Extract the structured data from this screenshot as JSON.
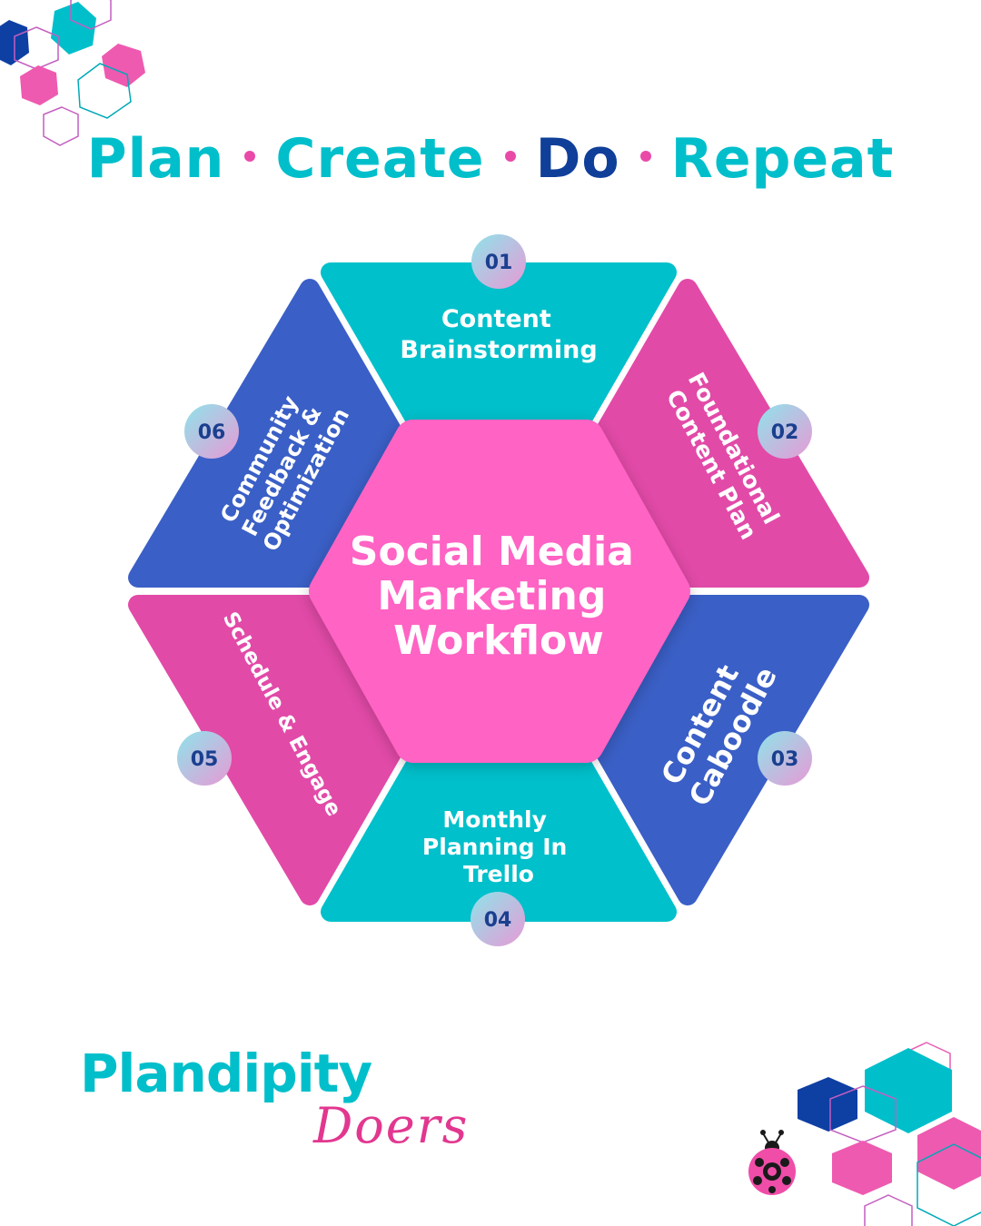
{
  "headline": {
    "words": [
      "Plan",
      "Create",
      "Do",
      "Repeat"
    ]
  },
  "center": {
    "lines": [
      "Social Media",
      "Marketing",
      "Workflow"
    ]
  },
  "steps": [
    {
      "number": "01",
      "lines": [
        "Content",
        "Brainstorming"
      ]
    },
    {
      "number": "02",
      "lines": [
        "Foundational",
        "Content Plan"
      ]
    },
    {
      "number": "03",
      "lines": [
        "Content",
        "Caboodle"
      ]
    },
    {
      "number": "04",
      "lines": [
        "Monthly",
        "Planning In",
        "Trello"
      ]
    },
    {
      "number": "05",
      "lines": [
        "Schedule & Engage"
      ]
    },
    {
      "number": "06",
      "lines": [
        "Community",
        "Feedback &",
        "Optimization"
      ]
    }
  ],
  "brand": {
    "name": "Plandipity",
    "script": "Doers"
  },
  "colors": {
    "teal": "#00bfcb",
    "pink": "#e24aa8",
    "blue": "#3a5fc6",
    "navy": "#0f3f99",
    "center_pink": "#ff63c4"
  }
}
